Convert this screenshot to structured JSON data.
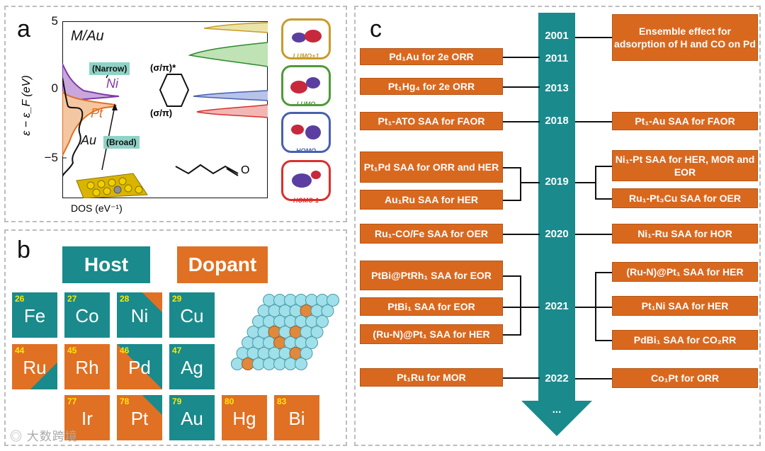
{
  "panel_a": {
    "label": "a",
    "title": "M/Au",
    "y_axis_label": "ε − ε_F (eV)",
    "x_axis_label": "DOS (eV⁻¹)",
    "y_ticks": [
      "5",
      "0",
      "−5"
    ],
    "narrow_label": "(Narrow)",
    "broad_label": "(Broad)",
    "curve_labels": {
      "ni": "Ni",
      "pt": "Pt",
      "au": "Au"
    },
    "sigma_pi_star": "(σ/π)*",
    "sigma_pi": "(σ/π)",
    "orbitals": [
      {
        "name": "LUMO+1",
        "color": "#c89b2c"
      },
      {
        "name": "LUMO",
        "color": "#4f9a3a"
      },
      {
        "name": "HOMO",
        "color": "#4860b0"
      },
      {
        "name": "HOMO-1",
        "color": "#d9302c"
      }
    ],
    "colors": {
      "ni": "#7d3aa8",
      "pt": "#e07023",
      "au": "#111111"
    }
  },
  "panel_b": {
    "label": "b",
    "host_label": "Host",
    "dopant_label": "Dopant",
    "elements": [
      {
        "num": "26",
        "sym": "Fe",
        "kind": "host"
      },
      {
        "num": "27",
        "sym": "Co",
        "kind": "host"
      },
      {
        "num": "28",
        "sym": "Ni",
        "kind": "host-corner"
      },
      {
        "num": "29",
        "sym": "Cu",
        "kind": "host"
      },
      {
        "num": "44",
        "sym": "Ru",
        "kind": "dopant-corner"
      },
      {
        "num": "45",
        "sym": "Rh",
        "kind": "dopant"
      },
      {
        "num": "46",
        "sym": "Pd",
        "kind": "dopant-corner"
      },
      {
        "num": "47",
        "sym": "Ag",
        "kind": "host"
      },
      {
        "num": "77",
        "sym": "Ir",
        "kind": "dopant"
      },
      {
        "num": "78",
        "sym": "Pt",
        "kind": "dopant-corner"
      },
      {
        "num": "79",
        "sym": "Au",
        "kind": "host"
      },
      {
        "num": "80",
        "sym": "Hg",
        "kind": "dopant"
      },
      {
        "num": "83",
        "sym": "Bi",
        "kind": "dopant"
      }
    ],
    "colors": {
      "host": "#1a8a8c",
      "dopant": "#e07023",
      "number": "#ffe800"
    }
  },
  "panel_c": {
    "label": "c",
    "years": [
      "2001",
      "2011",
      "2013",
      "2018",
      "2019",
      "2020",
      "2021",
      "2022",
      "..."
    ],
    "left": [
      "Pd₁Au  for 2e ORR",
      "Pt₁Hg₄ for 2e ORR",
      "Pt₁-ATO SAA for FAOR",
      "Pt₁Pd SAA for ORR and HER",
      "Au₁Ru SAA for HER",
      "Ru₁-CO/Fe SAA for OER",
      "PtBi@PtRh₁ SAA for EOR",
      "PtBi₁ SAA  for EOR",
      "(Ru-N)@Pt₁ SAA for HER",
      "Pt₁Ru for MOR"
    ],
    "right": [
      "Ensemble effect for adsorption of H and CO on Pd",
      "Pt₁-Au SAA for FAOR",
      "Ni₁-Pt SAA for HER, MOR and EOR",
      "Ru₁-Pt₃Cu SAA for OER",
      "Ni₁-Ru SAA for HOR",
      "(Ru-N)@Pt₁ SAA for HER",
      "Pt₁Ni SAA for HER",
      "PdBi₁ SAA for CO₂RR",
      "Co₁Pt for ORR"
    ],
    "colors": {
      "arrow": "#1a8a8c",
      "box": "#d9681f"
    }
  },
  "watermark": "大数跨境"
}
